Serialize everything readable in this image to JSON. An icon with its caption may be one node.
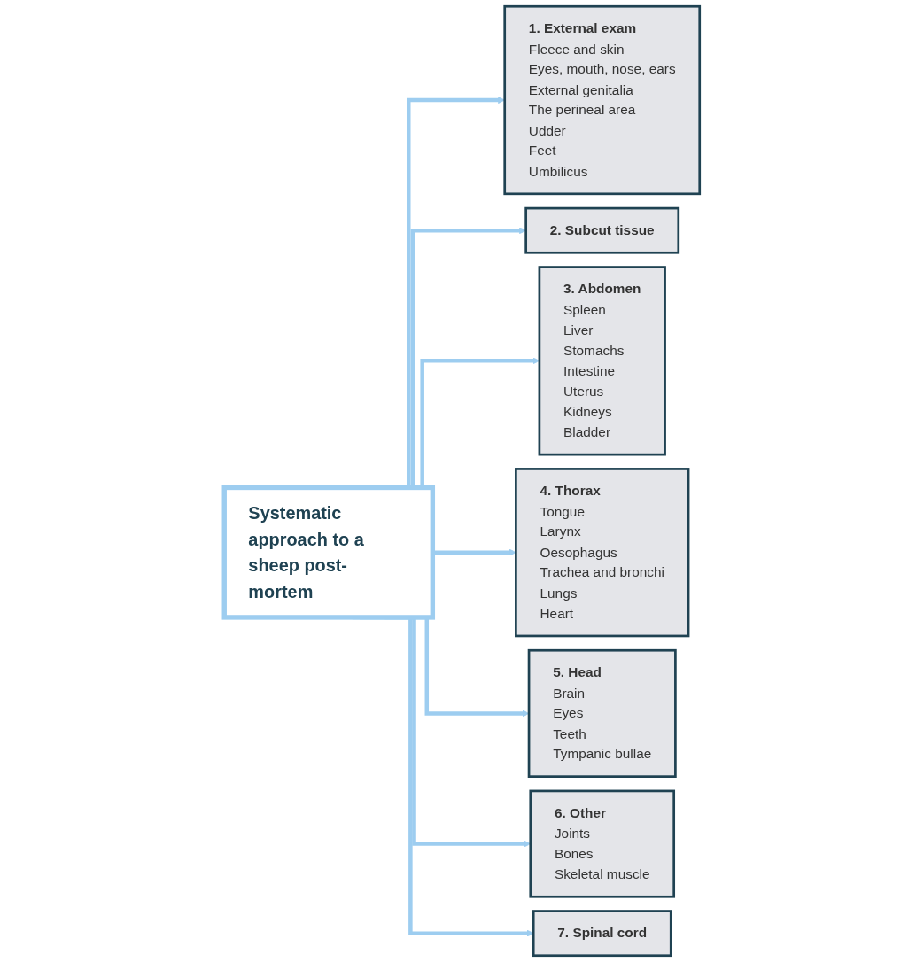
{
  "diagram": {
    "nodes": [
      {
        "text": [
          "Systematic approach to a sheep post-mortem"
        ]
      },
      {
        "text": [
          "1. External exam",
          "Fleece and skin",
          "Eyes, mouth, nose, ears",
          "External genitalia",
          "The perineal area",
          "Udder",
          "Feet",
          "Umbilicus"
        ]
      },
      {
        "text": [
          "2. Subcut tissue"
        ]
      },
      {
        "text": [
          "3. Abdomen",
          "Spleen",
          "Liver",
          "Stomachs",
          "Intestine",
          "Uterus",
          "Kidneys",
          "Bladder"
        ]
      },
      {
        "text": [
          "4. Thorax",
          "Tongue",
          "Larynx",
          "Oesophagus",
          "Trachea and bronchi",
          "Lungs",
          "Heart"
        ]
      },
      {
        "text": [
          "5. Head",
          "Brain",
          "Eyes",
          "Teeth",
          "Tympanic bullae"
        ]
      },
      {
        "text": [
          "6. Other",
          "Joints",
          "Bones",
          "Skeletal muscle"
        ]
      },
      {
        "text": [
          "7. Spinal cord"
        ]
      }
    ],
    "edges": [
      {
        "from": 0,
        "to": 1,
        "arrow": "to"
      },
      {
        "from": 0,
        "to": 2,
        "arrow": "to"
      },
      {
        "from": 0,
        "to": 3,
        "arrow": "to"
      },
      {
        "from": 0,
        "to": 4,
        "arrow": "to"
      },
      {
        "from": 0,
        "to": 5,
        "arrow": "to"
      },
      {
        "from": 0,
        "to": 6,
        "arrow": "to"
      },
      {
        "from": 0,
        "to": 7,
        "arrow": "to"
      }
    ]
  }
}
